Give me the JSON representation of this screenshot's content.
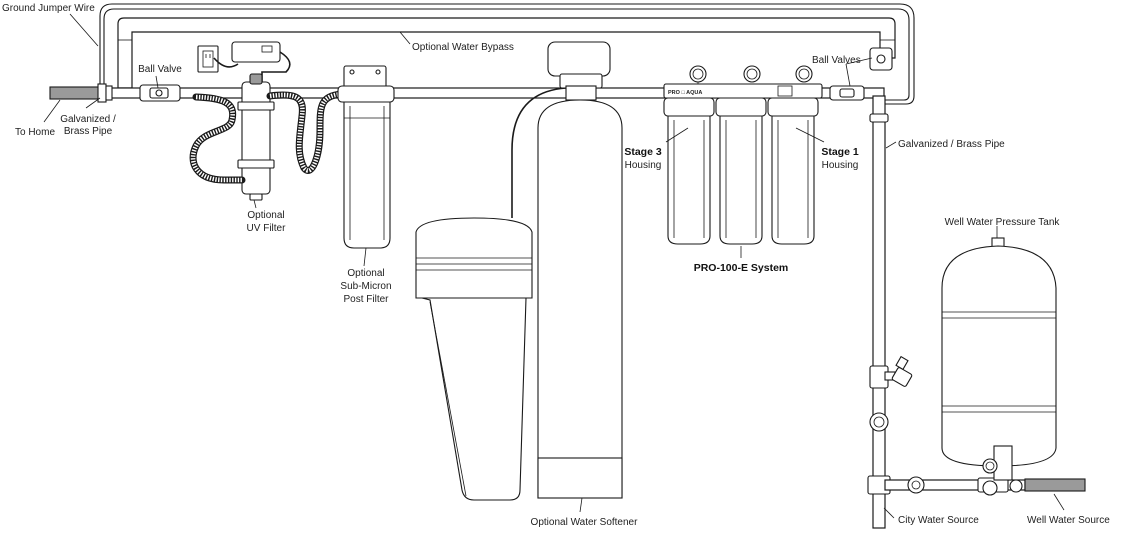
{
  "labels": {
    "ground_jumper_wire": "Ground Jumper Wire",
    "to_home": "To Home",
    "galvanized_brass_left_1": "Galvanized /",
    "galvanized_brass_left_2": "Brass Pipe",
    "ball_valve": "Ball Valve",
    "optional_water_bypass": "Optional Water Bypass",
    "optional_uv_filter_1": "Optional",
    "optional_uv_filter_2": "UV Filter",
    "optional_sub_micron_1": "Optional",
    "optional_sub_micron_2": "Sub-Micron",
    "optional_sub_micron_3": "Post Filter",
    "optional_water_softener": "Optional Water Softener",
    "stage3_1": "Stage 3",
    "stage3_2": "Housing",
    "stage1_1": "Stage 1",
    "stage1_2": "Housing",
    "system_name": "PRO-100-E System",
    "ball_valves": "Ball Valves",
    "galvanized_brass_right": "Galvanized / Brass Pipe",
    "well_pressure_tank": "Well Water Pressure Tank",
    "city_water_source": "City Water Source",
    "well_water_source": "Well Water Source",
    "brand_text": "PRO □ AQUA"
  }
}
